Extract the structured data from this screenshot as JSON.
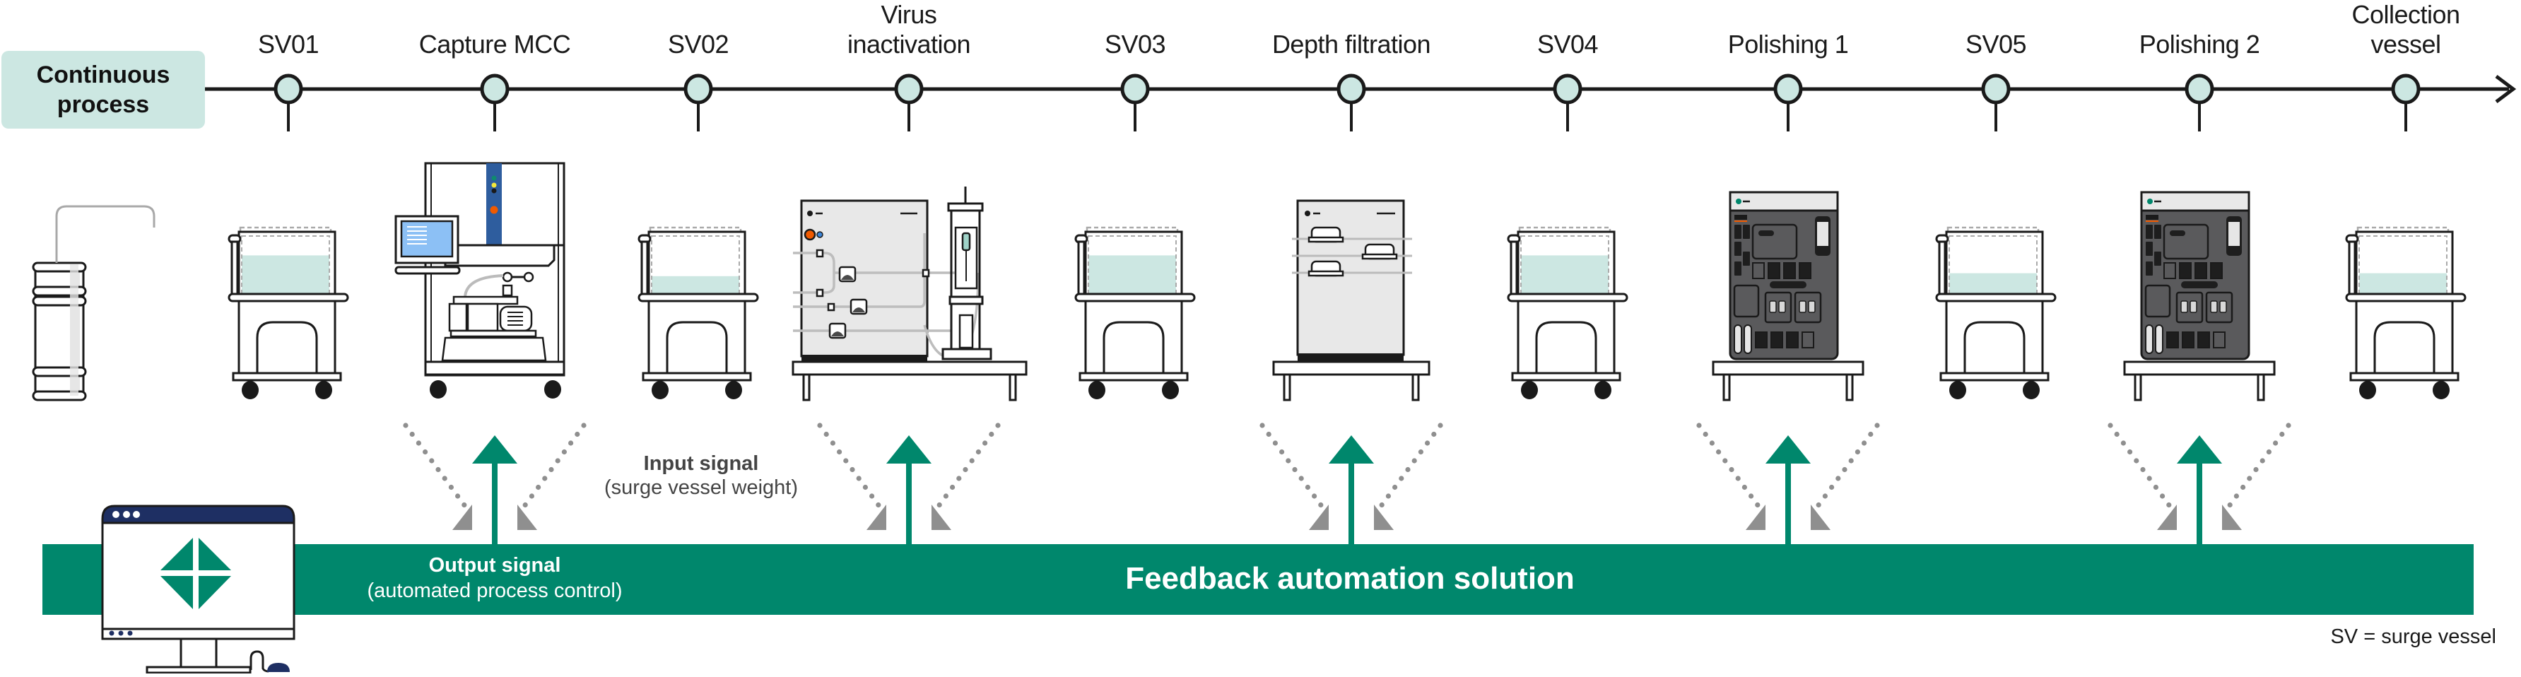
{
  "diagram": {
    "start_label": "Continuous process",
    "start_label_lines": [
      "Continuous",
      "process"
    ],
    "steps": [
      {
        "id": "sv01",
        "label_lines": [
          "SV01"
        ],
        "type": "surge-vessel",
        "fill_level": 0.65
      },
      {
        "id": "capture-mcc",
        "label_lines": [
          "Capture MCC"
        ],
        "type": "mcc-skid"
      },
      {
        "id": "sv02",
        "label_lines": [
          "SV02"
        ],
        "type": "surge-vessel",
        "fill_level": 0.3
      },
      {
        "id": "virus-inactivation",
        "label_lines": [
          "Virus",
          "inactivation"
        ],
        "type": "virus-inactivation-skid"
      },
      {
        "id": "sv03",
        "label_lines": [
          "SV03"
        ],
        "type": "surge-vessel",
        "fill_level": 0.65
      },
      {
        "id": "depth-filtration",
        "label_lines": [
          "Depth filtration"
        ],
        "type": "depth-filtration-skid"
      },
      {
        "id": "sv04",
        "label_lines": [
          "SV04"
        ],
        "type": "surge-vessel",
        "fill_level": 0.65
      },
      {
        "id": "polishing-1",
        "label_lines": [
          "Polishing 1"
        ],
        "type": "chromatography-system"
      },
      {
        "id": "sv05",
        "label_lines": [
          "SV05"
        ],
        "type": "surge-vessel",
        "fill_level": 0.35
      },
      {
        "id": "polishing-2",
        "label_lines": [
          "Polishing 2"
        ],
        "type": "chromatography-system"
      },
      {
        "id": "collection-vessel",
        "label_lines": [
          "Collection",
          "vessel"
        ],
        "type": "surge-vessel",
        "fill_level": 0.35
      }
    ],
    "feed_drum": {
      "type": "drum"
    },
    "band_label": "Feedback automation solution",
    "output_signal": {
      "title": "Output signal",
      "subtitle": "(automated process control)"
    },
    "input_signal": {
      "title": "Input signal",
      "subtitle": "(surge vessel weight)"
    },
    "controlled_steps": [
      "capture-mcc",
      "virus-inactivation",
      "depth-filtration",
      "polishing-1",
      "polishing-2"
    ],
    "legend": "SV = surge vessel",
    "computer": {
      "icon": "diamond-logo-icon"
    }
  },
  "colors": {
    "accent_green": "#00876c",
    "node_fill": "#cce7e2",
    "liquid": "#cce7e2",
    "signal_gray": "#8f8f8f",
    "navy": "#1e2f63",
    "line_black": "#1a1a1a",
    "mcc_blue": "#2e5d9e",
    "screen_blue": "#8cc0f5",
    "chrom_dark": "#5a5a5c",
    "orange": "#f05a00"
  }
}
